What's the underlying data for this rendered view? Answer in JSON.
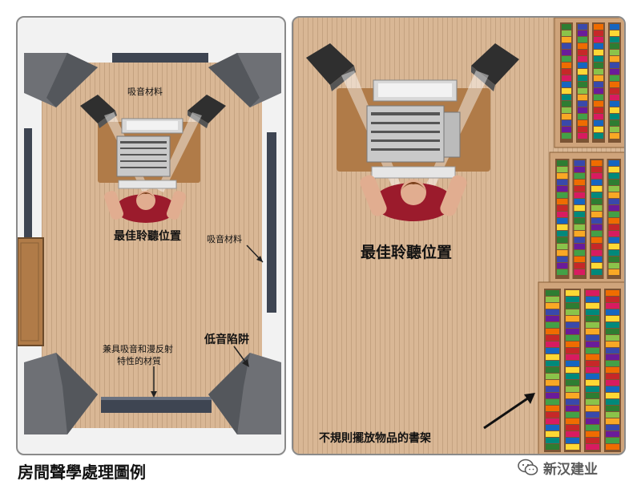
{
  "left_panel": {
    "labels": {
      "absorb_top": "吸音材料",
      "listening_position": "最佳聆聽位置",
      "absorb_right": "吸音材料",
      "bass_trap": "低音陷阱",
      "diffuse_line1": "兼具吸音和漫反射",
      "diffuse_line2": "特性的材質"
    }
  },
  "right_panel": {
    "labels": {
      "listening_position": "最佳聆聽位置",
      "bookshelf": "不規則擺放物品的書架"
    }
  },
  "caption": "房間聲學處理圖例",
  "watermark": "新汉建业",
  "colors": {
    "wood_floor": "#d9b795",
    "desk": "#b07b48",
    "panel_dark": "#3e4552",
    "trap_gray": "#7a7c80",
    "shirt": "#9b1b2c",
    "speaker": "#2f2f2f"
  }
}
